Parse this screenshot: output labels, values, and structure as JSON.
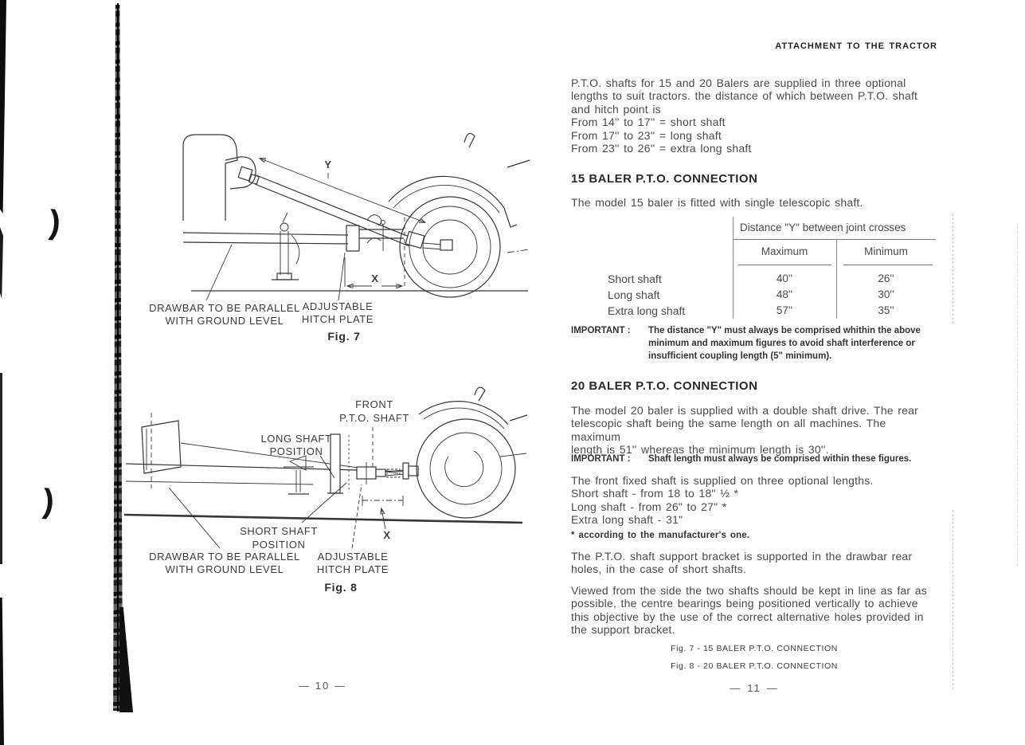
{
  "page_left": {
    "fig7": {
      "y_label": "Y",
      "x_label": "X",
      "drawbar_label_1": "DRAWBAR TO BE PARALLEL",
      "drawbar_label_2": "WITH GROUND LEVEL",
      "hitch_label_1": "ADJUSTABLE",
      "hitch_label_2": "HITCH PLATE",
      "caption": "Fig. 7"
    },
    "fig8": {
      "front_pto_label_1": "FRONT",
      "front_pto_label_2": "P.T.O. SHAFT",
      "long_shaft_label_1": "LONG SHAFT",
      "long_shaft_label_2": "POSITION",
      "short_shaft_label_1": "SHORT SHAFT",
      "short_shaft_label_2": "POSITION",
      "drawbar_label_1": "DRAWBAR TO BE PARALLEL",
      "drawbar_label_2": "WITH GROUND LEVEL",
      "hitch_label_1": "ADJUSTABLE",
      "hitch_label_2": "HITCH PLATE",
      "x_label": "X",
      "caption": "Fig. 8"
    },
    "margin_marks": {
      "top": ")",
      "bottom": ")"
    },
    "page_number": "— 10 —"
  },
  "page_right": {
    "running_header": "ATTACHMENT TO THE TRACTOR",
    "intro": "P.T.O. shafts for 15 and 20 Balers are supplied in three optional\nlengths to suit tractors. the distance of which between P.T.O. shaft\nand hitch point is\nFrom 14'' to 17''  =  short shaft\nFrom 17'' to 23''  =  long shaft\nFrom 23'' to 26''  =  extra long shaft",
    "section_15": {
      "title": "15 BALER P.T.O. CONNECTION",
      "lead": "The model 15 baler is fitted with single telescopic shaft.",
      "table": {
        "span_header": "Distance \"Y\" between joint crosses",
        "col_max": "Maximum",
        "col_min": "Minimum",
        "rows": [
          {
            "label": "Short shaft",
            "max": "40''",
            "min": "26''"
          },
          {
            "label": "Long shaft",
            "max": "48''",
            "min": "30''"
          },
          {
            "label": "Extra long shaft",
            "max": "57''",
            "min": "35''"
          }
        ]
      },
      "important_label": "IMPORTANT :",
      "important_text": "The distance \"Y\" must always be comprised whithin the above\nminimum and maximum figures to avoid shaft interference or\ninsufficient coupling length (5\" minimum)."
    },
    "section_20": {
      "title": "20 BALER P.T.O. CONNECTION",
      "body_1": "The model 20 baler is supplied with a double shaft drive. The rear\ntelescopic shaft being the same length on all machines. The maximum\nlength is 51'' whereas the minimum length is 30''.",
      "important_label": "IMPORTANT :",
      "important_text": "Shaft length must always be comprised within these figures.",
      "body_2": "The front fixed shaft is supplied on three optional lengths.\nShort shaft - from 18 to 18\" ½ *\nLong shaft - from 26\" to 27\" *\nExtra long shaft - 31\"",
      "footnote": "* according to the manufacturer's one.",
      "body_3": "The P.T.O. shaft support bracket is supported in the drawbar rear\nholes, in the case of short shafts.",
      "body_4": "Viewed from the side the two shafts should be kept in line as far as\npossible, the centre bearings being positioned vertically to achieve\nthis objective by the use of the correct alternative holes provided in\nthe support bracket."
    },
    "figure_captions": [
      "Fig. 7 - 15 BALER P.T.O. CONNECTION",
      "Fig. 8 - 20 BALER P.T.O. CONNECTION"
    ],
    "page_number": "— 11 —"
  }
}
